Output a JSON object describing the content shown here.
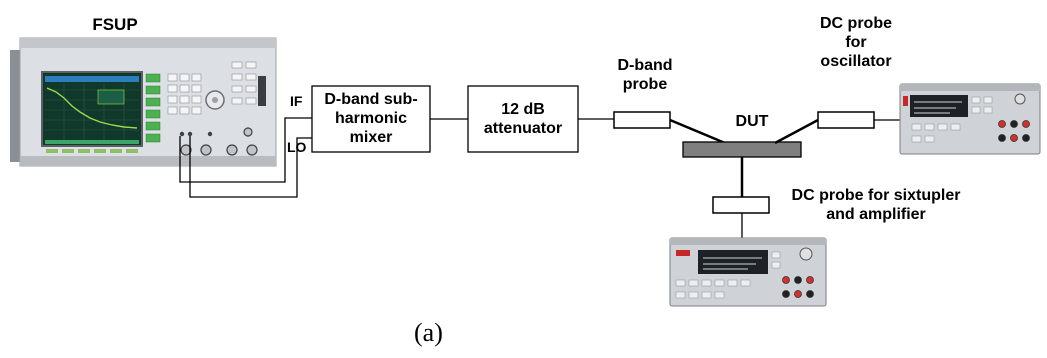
{
  "instrument": {
    "title": "FSUP",
    "port_if": "IF",
    "port_lo": "LO"
  },
  "blocks": {
    "mixer": "D-band sub-\nharmonic\nmixer",
    "attenuator": "12 dB\nattenuator",
    "dut": "DUT"
  },
  "probes": {
    "dband": "D-band\nprobe",
    "dc_oscillator": "DC probe\nfor\noscillator",
    "dc_sixtupler": "DC probe for sixtupler\nand amplifier"
  },
  "caption": "(a)",
  "colors": {
    "line": "#000000",
    "dut_fill": "#7f7f7f",
    "instrument_body": "#dcdfe3",
    "screen": "#0f3a2a",
    "psu_body": "#cfd2d6"
  }
}
